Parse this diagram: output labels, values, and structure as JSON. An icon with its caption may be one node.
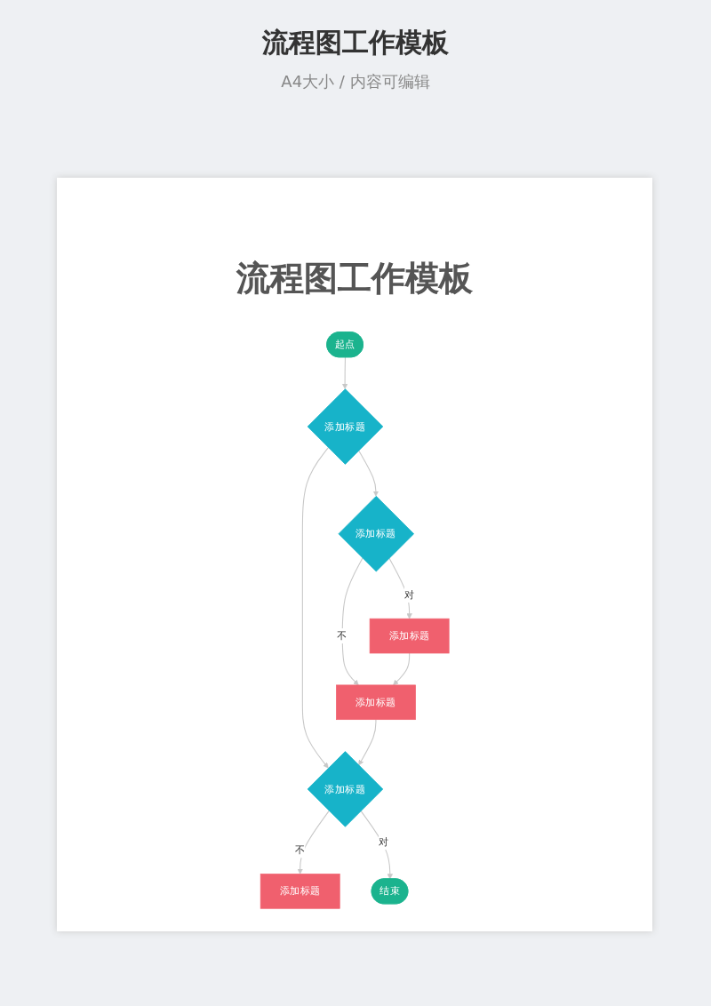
{
  "diagram": {
    "title": "流程图工作模板",
    "nodes": [
      {
        "text": [
          "起点"
        ]
      },
      {
        "text": [
          "添加标题"
        ]
      },
      {
        "text": [
          "添加标题"
        ]
      },
      {
        "text": [
          "添加标题"
        ]
      },
      {
        "text": [
          "添加标题"
        ]
      },
      {
        "text": [
          "添加标题"
        ]
      },
      {
        "text": [
          "添加标题"
        ]
      },
      {
        "text": [
          "结束"
        ]
      }
    ],
    "edges": [
      {
        "from": 0,
        "to": 1,
        "arrow": "to"
      },
      {
        "from": 1,
        "to": 2,
        "arrow": "to"
      },
      {
        "from": 2,
        "to": 3,
        "arrow": "to",
        "label": "对"
      },
      {
        "from": 2,
        "to": 4,
        "arrow": "to",
        "label": "不"
      },
      {
        "from": 3,
        "to": 4,
        "arrow": "to"
      },
      {
        "from": 1,
        "to": 5,
        "arrow": "to"
      },
      {
        "from": 4,
        "to": 5,
        "arrow": "to"
      },
      {
        "from": 5,
        "to": 6,
        "arrow": "to",
        "label": "不"
      },
      {
        "from": 5,
        "to": 7,
        "arrow": "to",
        "label": "对"
      }
    ],
    "labels": [
      "A4大小 / 内容可编辑",
      "流程图工作模板"
    ]
  }
}
